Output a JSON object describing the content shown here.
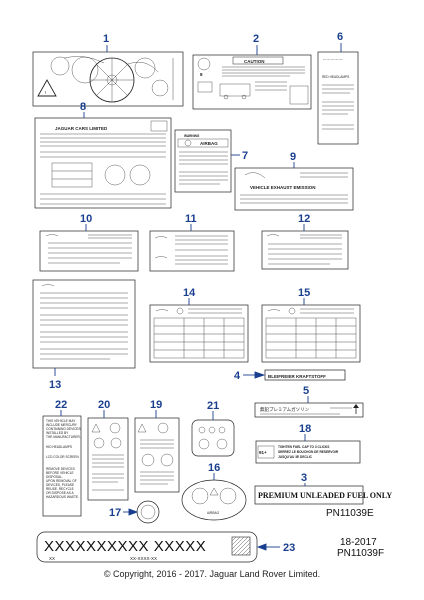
{
  "labels": {
    "caution_title": "CAUTION",
    "warning_title": "WARNING",
    "airbag_text": "AIRBAG",
    "jaguar_cars": "JAGUAR CARS LIMITED",
    "vehicle_emission": "VEHICLE EXHAUST EMISSION",
    "bleifreier": "BLEIFREIER KRAFTSTOFF",
    "tighten_fuel_1": "TIGHTEN FUEL CAP TO 3 CLICKS",
    "tighten_fuel_2": "SERREZ LE BOUCHON DE RESERVOIR",
    "tighten_fuel_3": "JUSQU'AU 3E DECLIC",
    "octane": "91+",
    "premium_fuel": "PREMIUM UNLEADED FUEL ONLY",
    "japanese_label": "無鉛プレミアムガソリン",
    "part_number": "XXXXXXXXXX XXXXX",
    "part_small_left": "XX",
    "part_small_mid": "XX-XXXX-XX",
    "red_headlamps": "RED HEADLAMPS",
    "label_22_lines": [
      "THIS VEHICLE MAY",
      "INCLUDE MERCURY",
      "CONTAINING DEVICES",
      "INSTALLED BY",
      "THE MANUFACTURER.",
      "",
      "HID HEADLAMPS",
      "",
      "LCD COLOR SCREEN",
      "",
      "REMOVE DEVICES",
      "BEFORE VEHICLE",
      "DISPOSAL.",
      "UPON REMOVAL OF",
      "DEVICES, PLEASE",
      "REUSE, RECYCLE",
      "OR DISPOSE AS A",
      "HAZARDOUS WASTE."
    ],
    "airbag_small": "AIRBAG"
  },
  "callouts": [
    "1",
    "2",
    "3",
    "4",
    "5",
    "6",
    "7",
    "8",
    "9",
    "10",
    "11",
    "12",
    "13",
    "14",
    "15",
    "16",
    "17",
    "18",
    "19",
    "20",
    "21",
    "22",
    "23"
  ],
  "reference_codes": {
    "ref1": "PN11039E",
    "ref2_line1": "18-2017",
    "ref2_line2": "PN11039F"
  },
  "copyright": "© Copyright, 2016 - 2017. Jaguar Land Rover Limited.",
  "colors": {
    "callout": "#1a3f8f",
    "outline": "#222222"
  }
}
